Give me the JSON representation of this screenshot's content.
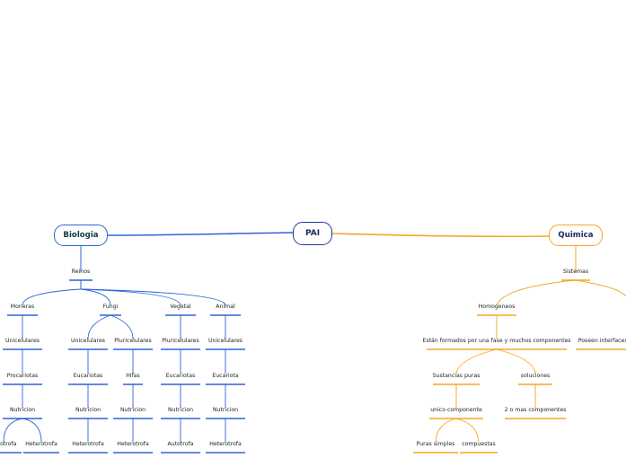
{
  "root": {
    "label": "PAI"
  },
  "colors": {
    "biologia": "#2f64d8",
    "quimica": "#f5a623",
    "root": "#1f3a93",
    "bio_text": "#0d3b3b",
    "qui_text": "#1a2a5a"
  },
  "biologia": {
    "title": "Biologia",
    "reinos": "Reinos",
    "kingdoms": [
      {
        "name": "Moneras",
        "items": [
          "Unicelulares",
          "Procariotas",
          "Nutricion"
        ],
        "leaves": [
          "Autotrofa",
          "Heterotrofa"
        ]
      },
      {
        "name": "Fungi",
        "branches": [
          {
            "items": [
              "Unicelulares",
              "Eucariotas",
              "Nutricion",
              "Heterotrofa"
            ]
          },
          {
            "items": [
              "Pluricelulares",
              "Hifas",
              "Nutricion",
              "Heterotrofa"
            ]
          }
        ]
      },
      {
        "name": "Vegetal",
        "items": [
          "Pluricelulares",
          "Eucariotas",
          "Nutricion",
          "Autotrofa"
        ]
      },
      {
        "name": "Animal",
        "items": [
          "Unicelulares",
          "Eucariota",
          "Nutricion",
          "Heterotrofa"
        ]
      }
    ]
  },
  "quimica": {
    "title": "Quimica",
    "sistemas": "Sistemas",
    "homogeneos": "Homogeneos",
    "formados": "Están formados por una fase y muchos componentes",
    "interfaces": "Poseen interfaces i",
    "sustancias_puras": "Sustancias puras",
    "soluciones": "soluciones",
    "unico": "unico componente",
    "dos_mas": "2 o mas componentes",
    "puras_simples": "Puras simples",
    "compuestas": "compuestas"
  }
}
